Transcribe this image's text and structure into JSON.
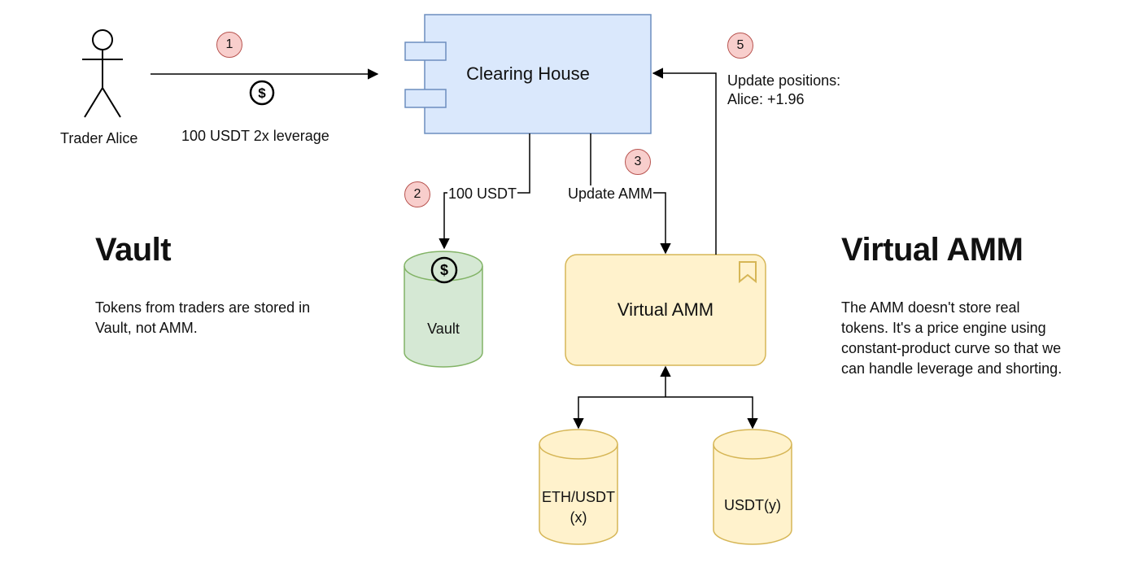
{
  "actors": {
    "trader": "Trader Alice"
  },
  "nodes": {
    "clearing_house": "Clearing House",
    "virtual_amm": "Virtual AMM",
    "vault": "Vault",
    "eth_usdt_line1": "ETH/USDT",
    "eth_usdt_line2": "(x)",
    "usdt_y": "USDT(y)"
  },
  "steps": {
    "s1": "1",
    "s2": "2",
    "s3": "3",
    "s5": "5"
  },
  "edges": {
    "deposit": "100 USDT 2x leverage",
    "to_vault": "100 USDT",
    "update_amm": "Update AMM",
    "update_positions_line1": "Update positions:",
    "update_positions_line2": "Alice: +1.96"
  },
  "sections": {
    "vault": {
      "title": "Vault",
      "body_line1": "Tokens from traders are stored in",
      "body_line2": "Vault, not AMM."
    },
    "virtual_amm": {
      "title": "Virtual AMM",
      "body_line1": "The AMM doesn't store real",
      "body_line2": "tokens. It's a price engine using",
      "body_line3": "constant-product curve so that we",
      "body_line4": "can handle leverage and shorting."
    }
  },
  "icons": {
    "dollar": "dollar-coin-icon",
    "bookmark": "bookmark-icon",
    "person": "stick-figure-icon"
  },
  "colors": {
    "clearing_fill": "#dae8fc",
    "clearing_stroke": "#6c8ebf",
    "amm_fill": "#fff2cc",
    "amm_stroke": "#d6b656",
    "vault_fill": "#d5e8d4",
    "vault_stroke": "#82b366",
    "badge_fill": "#f8cecc",
    "badge_stroke": "#b85450"
  }
}
